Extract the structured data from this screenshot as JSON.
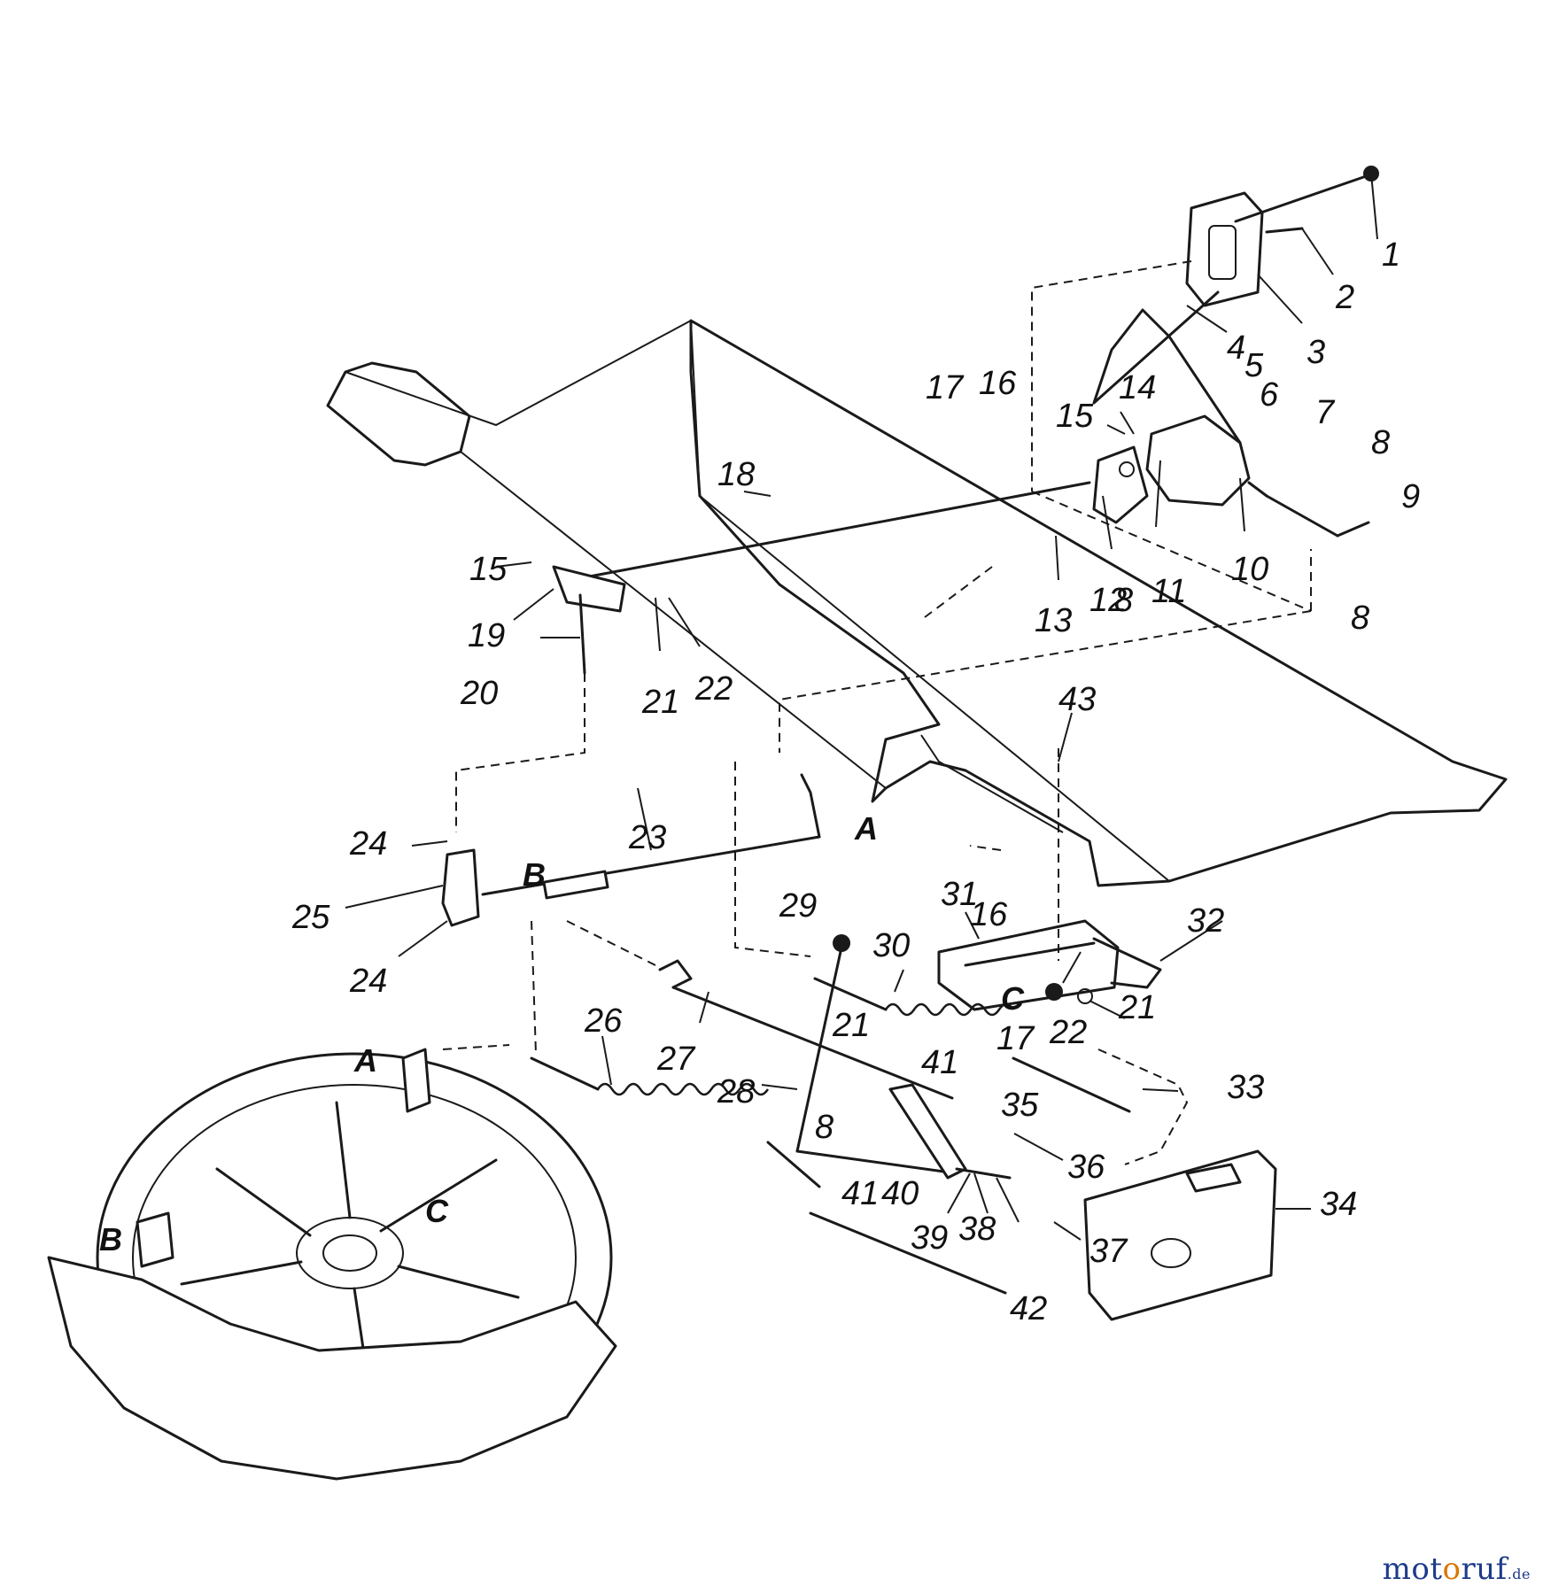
{
  "diagram": {
    "part_labels": [
      "1",
      "2",
      "3",
      "4",
      "5",
      "6",
      "7",
      "8",
      "9",
      "10",
      "11",
      "12",
      "13",
      "14",
      "15",
      "16",
      "17",
      "18",
      "19",
      "20",
      "21",
      "22",
      "23",
      "24",
      "25",
      "26",
      "27",
      "28",
      "29",
      "30",
      "31",
      "32",
      "33",
      "34",
      "35",
      "36",
      "37",
      "38",
      "39",
      "40",
      "41",
      "42",
      "43",
      "8",
      "8",
      "8",
      "15",
      "16",
      "17",
      "21",
      "21",
      "22",
      "24",
      "41"
    ],
    "connection_labels": [
      "A",
      "A",
      "B",
      "B",
      "C",
      "C"
    ]
  },
  "watermark": {
    "brand_pre": "mot",
    "brand_o": "o",
    "brand_post": "ruf",
    "suffix": ".de"
  }
}
